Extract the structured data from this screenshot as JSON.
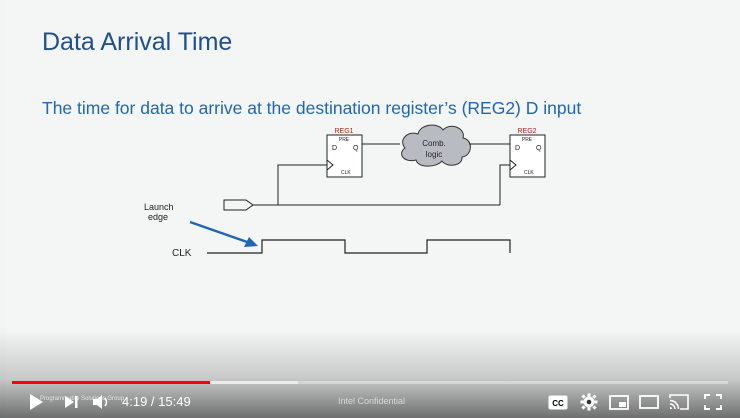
{
  "slide": {
    "title": "Data Arrival Time",
    "subtitle": "The time for data to arrive at the destination register’s (REG2) D input",
    "diagram": {
      "reg1": {
        "name": "REG1",
        "pre": "PRE",
        "d": "D",
        "q": "Q",
        "clk": "CLK"
      },
      "reg2": {
        "name": "REG2",
        "pre": "PRE",
        "d": "D",
        "q": "Q",
        "clk": "CLK"
      },
      "logic_line1": "Comb.",
      "logic_line2": "logic",
      "launch_line1": "Launch",
      "launch_line2": "edge",
      "clk_label": "CLK"
    }
  },
  "player": {
    "time_current": "4:19",
    "time_total": "15:49",
    "time_display": "4:19 / 15:49",
    "chapter": "Intel Confidential",
    "overlay_title": "Programmable Solutions Group",
    "progress_played": 0.277,
    "progress_buffered": 0.4,
    "accent_color": "#ff0000",
    "icons": [
      "play-icon",
      "next-icon",
      "volume-icon",
      "captions-icon",
      "settings-gear-icon",
      "miniplayer-icon",
      "theater-mode-icon",
      "cast-icon",
      "fullscreen-icon"
    ],
    "captions_label": "CC"
  }
}
